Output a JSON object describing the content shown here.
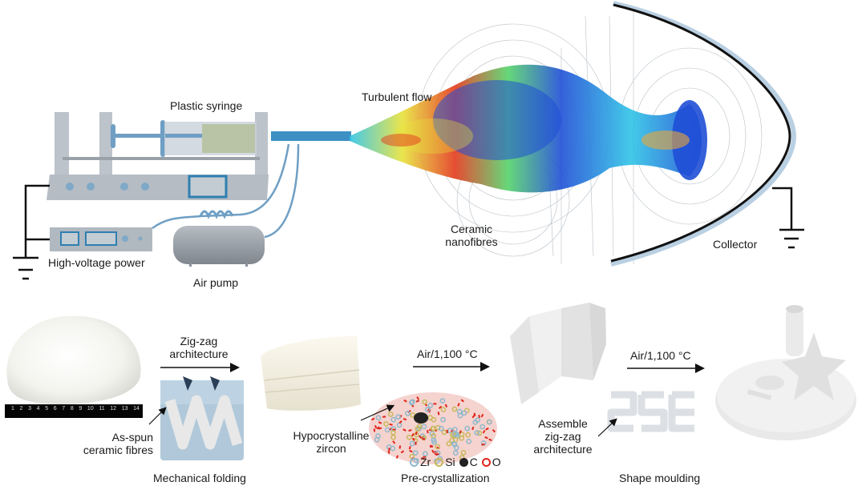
{
  "top_panel": {
    "labels": {
      "plastic_syringe": "Plastic syringe",
      "turbulent_flow": "Turbulent flow",
      "ceramic_nanofibres_line1": "Ceramic",
      "ceramic_nanofibres_line2": "nanofibres",
      "collector": "Collector",
      "high_voltage_power": "High-voltage power",
      "air_pump": "Air pump"
    },
    "colors": {
      "device_grey": "#aab3bd",
      "accent_blue": "#3d8fc4",
      "jet_blue": "#1f4fd6",
      "jet_cyan": "#2fc4e6",
      "jet_green": "#55d36b",
      "jet_yellow": "#e8e23a",
      "jet_red": "#e33a1c",
      "collector_edge": "#b9cfe2"
    }
  },
  "bottom_panel": {
    "steps": [
      {
        "arrow_label_line1": "Zig-zag",
        "arrow_label_line2": "architecture",
        "step_caption": "Mechanical folding"
      },
      {
        "arrow_label_line1": "Air/1,100 °C",
        "step_caption": "Pre-crystallization"
      },
      {
        "arrow_label_line1": "Air/1,100 °C",
        "step_caption": "Shape moulding"
      }
    ],
    "annotations": {
      "as_spun_line1": "As-spun",
      "as_spun_line2": "ceramic fibres",
      "hypocrystalline_line1": "Hypocrystalline",
      "hypocrystalline_line2": "zircon",
      "assemble_line1": "Assemble",
      "assemble_line2": "zig-zag",
      "assemble_line3": "architecture"
    },
    "legend": [
      {
        "symbol": "Zr",
        "color": "#8fb8cc"
      },
      {
        "symbol": "Si",
        "color": "#c8b85a"
      },
      {
        "symbol": "C",
        "color": "#222222"
      },
      {
        "symbol": "O",
        "color": "#e0251b"
      }
    ],
    "ruler_ticks": [
      "1",
      "2",
      "3",
      "4",
      "5",
      "6",
      "7",
      "8",
      "9",
      "10",
      "11",
      "12",
      "13",
      "14"
    ]
  }
}
